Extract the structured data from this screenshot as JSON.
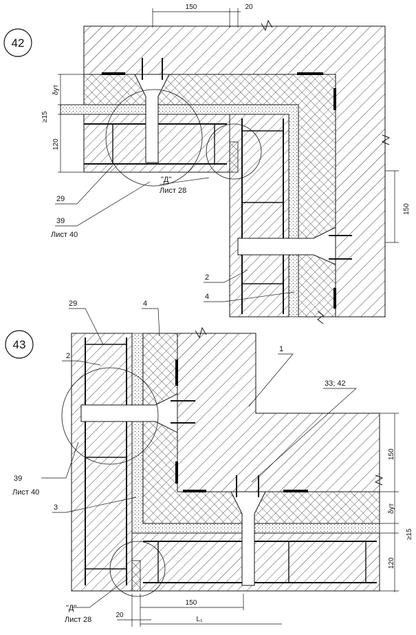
{
  "details": [
    {
      "number": "42",
      "dimensions": {
        "top_150": "150",
        "top_20": "20",
        "d_ut": "δут",
        "min15": "≥15",
        "h120": "120",
        "side_150": "150"
      },
      "callouts": {
        "ref29": "29",
        "ref39": "39",
        "ref39_sheet": "Лист 40",
        "refD": "\"Д\"",
        "refD_sheet": "Лист 28",
        "ref2": "2",
        "ref4": "4"
      }
    },
    {
      "number": "43",
      "dimensions": {
        "d_ut": "δут",
        "min15": "≥15",
        "h120": "120",
        "side_150": "150",
        "bottom_150": "150",
        "bottom_20": "20",
        "L1": "L₁"
      },
      "callouts": {
        "ref29": "29",
        "ref4": "4",
        "ref1": "1",
        "ref2": "2",
        "ref3342": "33; 42",
        "ref39": "39",
        "ref39_sheet": "Лист 40",
        "ref3": "3",
        "refD": "\"Д\"",
        "refD_sheet": "Лист 28"
      }
    }
  ],
  "colors": {
    "line": "#111111",
    "insulation": "#444444",
    "background": "#ffffff"
  }
}
